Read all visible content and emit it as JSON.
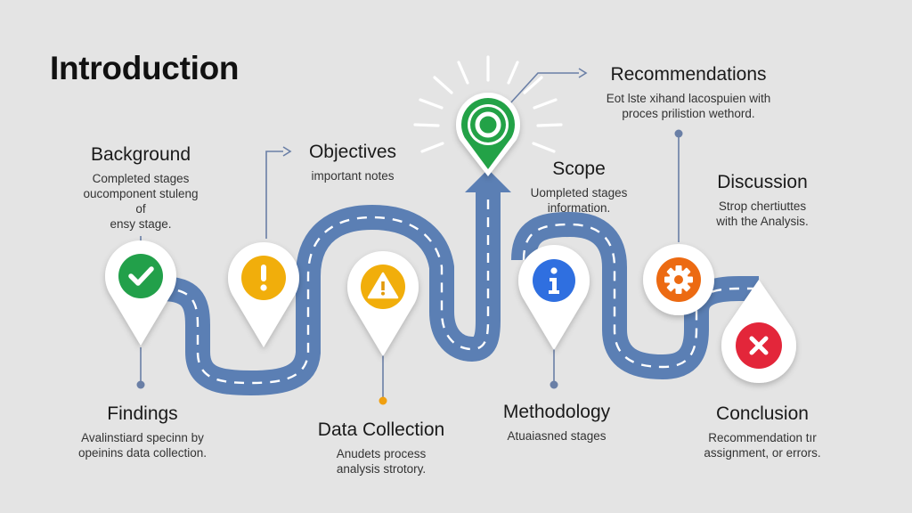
{
  "title": "Introduction",
  "stages": [
    {
      "heading": "Background",
      "description": "Completed stages\noucomponent stuleng of\nensy stage."
    },
    {
      "heading": "Objectives",
      "description": "important notes"
    },
    {
      "heading": "Recommendations",
      "description": "Eot lste xihand lacospuien with\nproces prilistion wethord."
    },
    {
      "heading": "Scope",
      "description": "Uompleted stages\ninformation."
    },
    {
      "heading": "Discussion",
      "description": "Strop chertiuttes\nwith the Analysis."
    },
    {
      "heading": "Findings",
      "description": "Avalinstiard specinn by\nopeinins data collection."
    },
    {
      "heading": "Data Collection",
      "description": "Anudets process\nanalysis strotory."
    },
    {
      "heading": "Methodology",
      "description": "Atuaiasned stages"
    },
    {
      "heading": "Conclusion",
      "description": "Recommendation tır\nassignment,  or errors."
    }
  ],
  "markers": [
    {
      "icon": "checkmark-icon",
      "color": "#22a04a"
    },
    {
      "icon": "exclamation-icon",
      "color": "#f1ae0b"
    },
    {
      "icon": "warning-triangle-icon",
      "color": "#f1ae0b"
    },
    {
      "icon": "target-pin-icon",
      "color": "#23a247"
    },
    {
      "icon": "info-icon",
      "color": "#2f6fe0"
    },
    {
      "icon": "gear-icon",
      "color": "#ec6a12"
    },
    {
      "icon": "close-icon",
      "color": "#e3263a"
    }
  ],
  "colors": {
    "road": "#5b7fb4",
    "road_dash": "#ffffff",
    "connector": "#6a7fa6"
  }
}
